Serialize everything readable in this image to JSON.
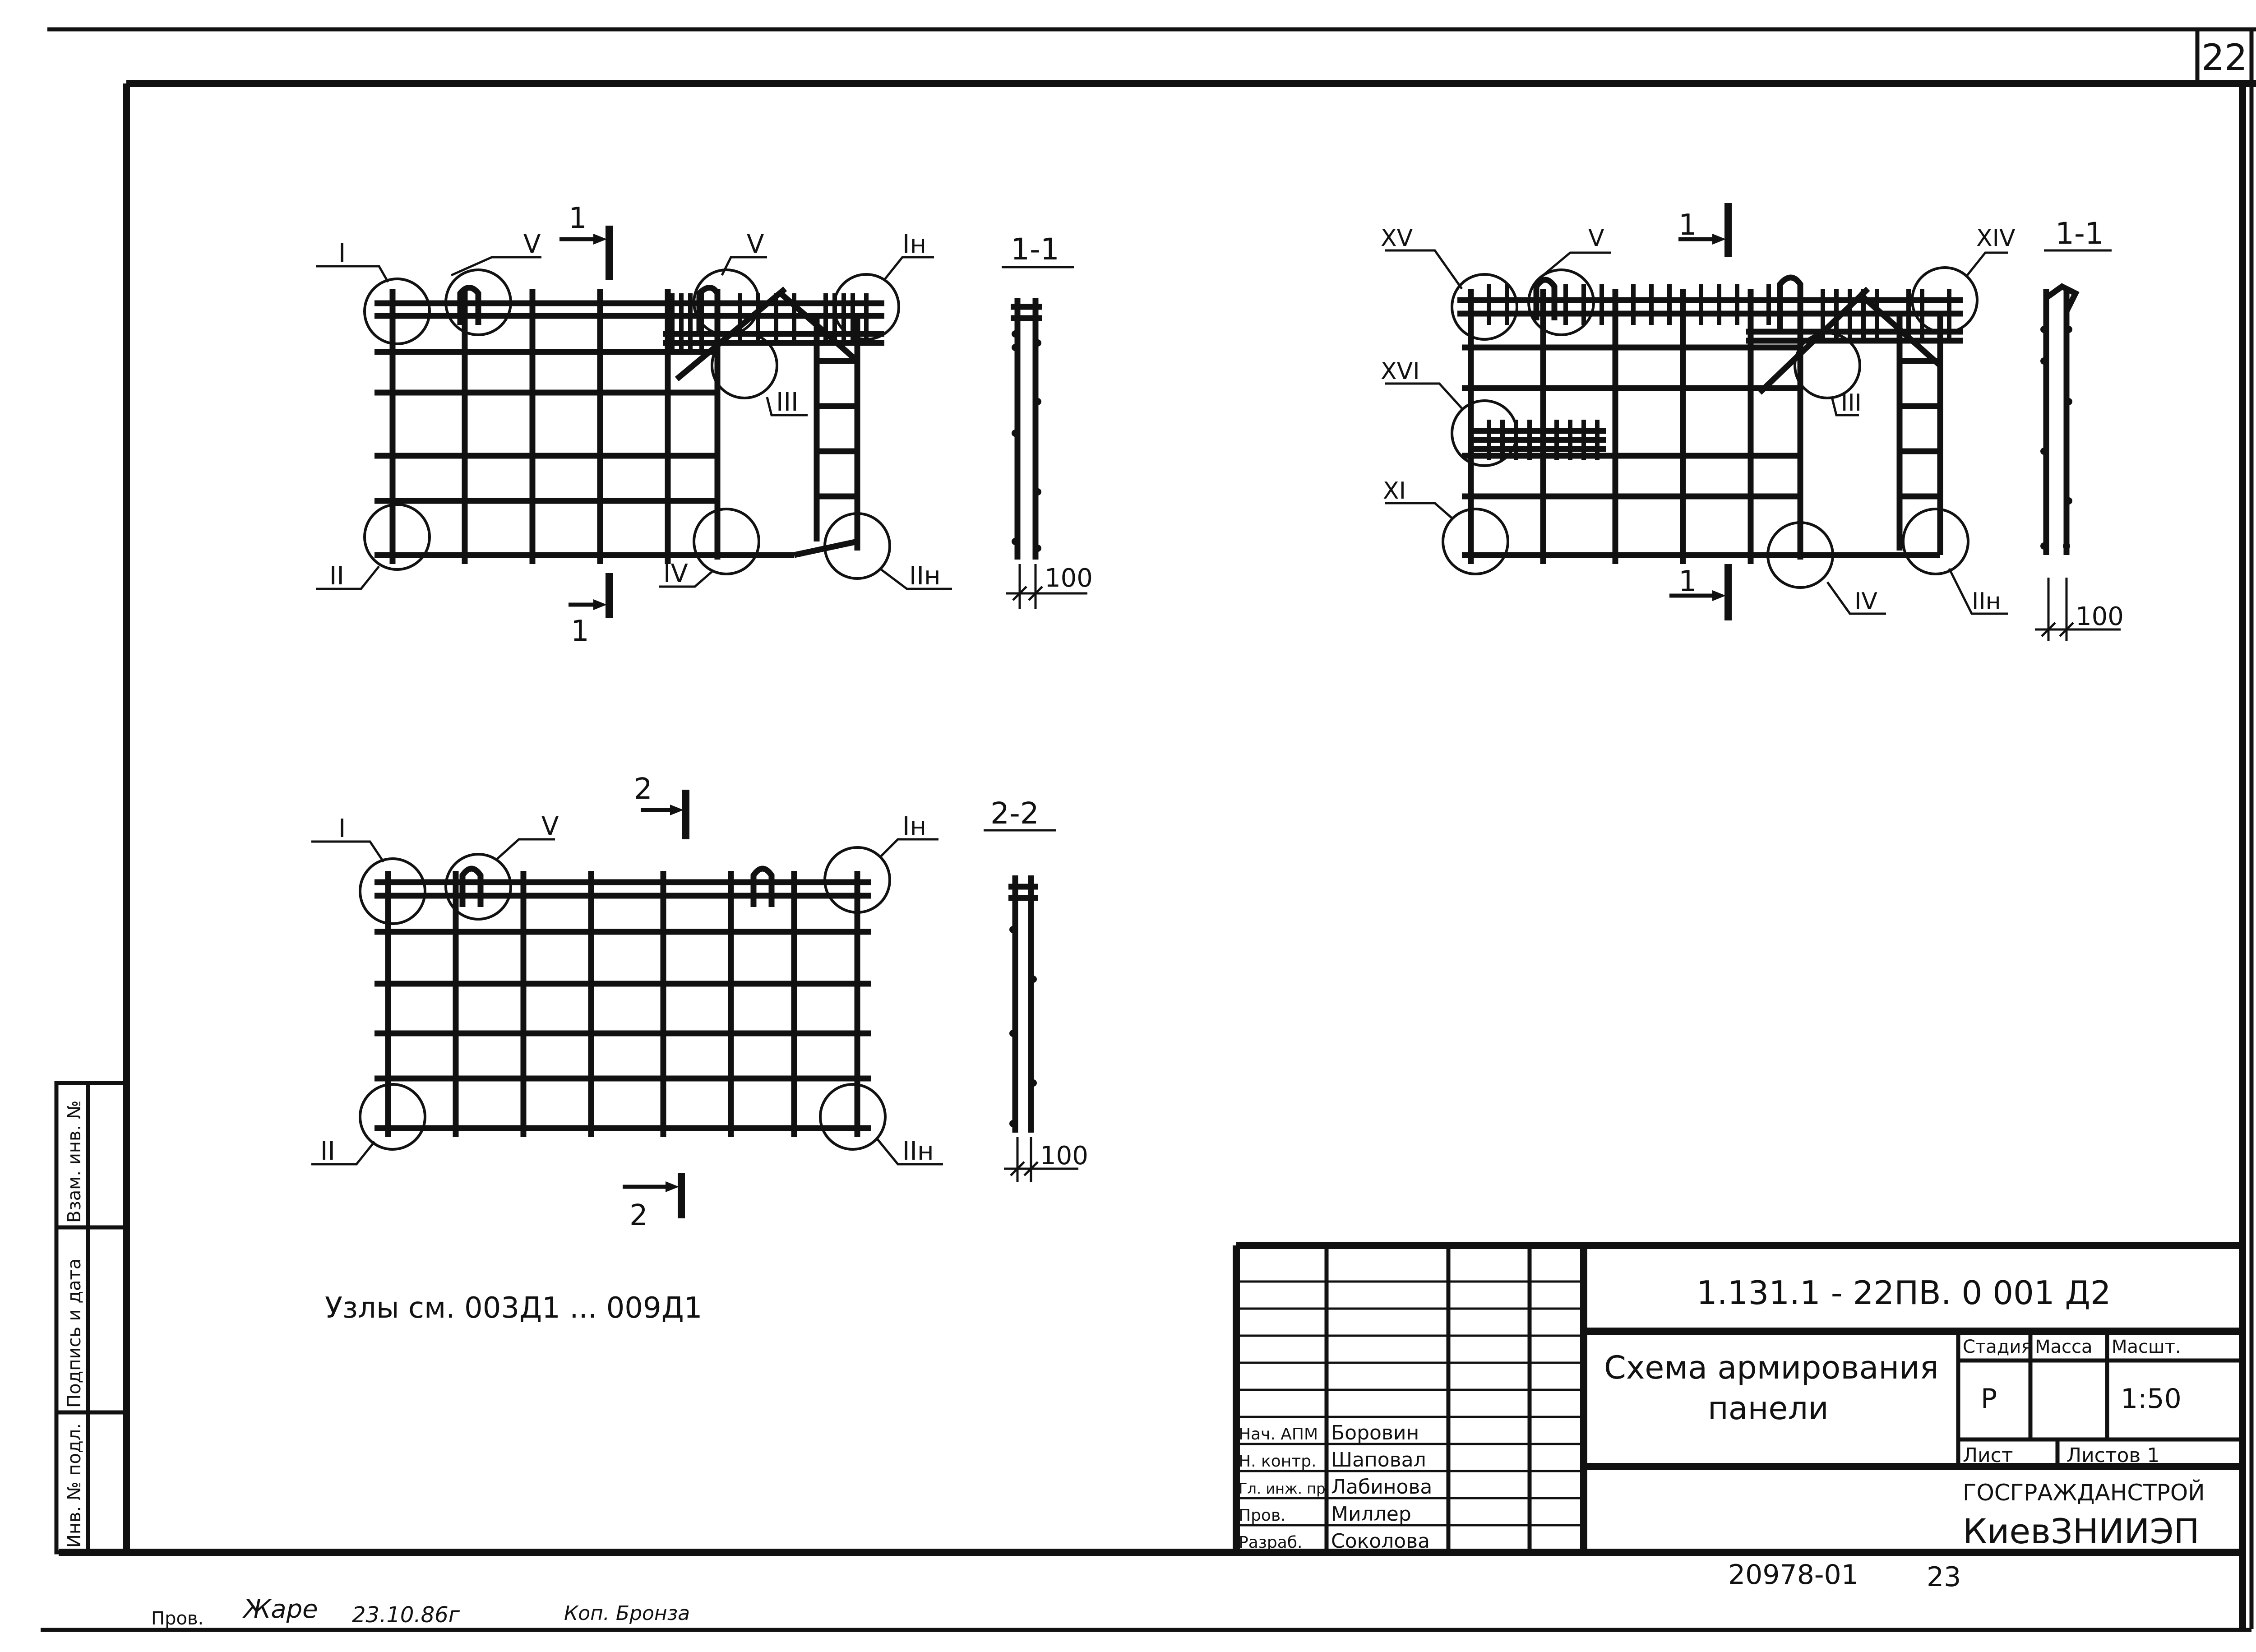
{
  "sheet": {
    "number": "22",
    "sheet_footer_number": "23",
    "archive_code": "20978-01"
  },
  "side_stamp": {
    "inv_podl": "Инв. № подл.",
    "podpis_data": "Подпись и дата",
    "vzam_inv": "Взам. инв. №"
  },
  "drawing1": {
    "section_marks": [
      "1",
      "1"
    ],
    "callouts": [
      "I",
      "V",
      "V",
      "Iн",
      "III",
      "II",
      "IV",
      "IIн"
    ],
    "section_title": "1-1",
    "dimension": "100"
  },
  "drawing2": {
    "section_marks": [
      "1",
      "1"
    ],
    "callouts": [
      "XV",
      "V",
      "XIV",
      "XVI",
      "XI",
      "III",
      "IV",
      "IIн"
    ],
    "section_title": "1-1",
    "dimension": "100"
  },
  "drawing3": {
    "section_marks": [
      "2",
      "2"
    ],
    "callouts": [
      "I",
      "V",
      "Iн",
      "II",
      "IIн"
    ],
    "section_title": "2-2",
    "dimension": "100"
  },
  "note": "Узлы см.  003Д1  ...  009Д1",
  "title_block": {
    "designation": "1.131.1 - 22ПВ. 0  001  Д2",
    "title_line1": "Схема армирования",
    "title_line2": "панели",
    "col_stage": "Стадия",
    "col_mass": "Масса",
    "col_scale": "Масшт.",
    "stage": "Р",
    "scale": "1:50",
    "sheet_label": "Лист",
    "sheets_label": "Листов 1",
    "org1": "ГОСГРАЖДАНСТРОЙ",
    "org2": "КиевЗНИИЭП",
    "people": [
      {
        "role": "Нач. АПМ",
        "name": "Боровин"
      },
      {
        "role": "Н. контр.",
        "name": "Шаповал"
      },
      {
        "role": "Гл. инж. пр.",
        "name": "Лабинова"
      },
      {
        "role": "Пров.",
        "name": "Миллер"
      },
      {
        "role": "Разраб.",
        "name": "Соколова"
      }
    ]
  },
  "bottom_note": {
    "prov": "Пров.",
    "signature": "Жаре",
    "date": "23.10.86г",
    "kop": "Коп. Бронза"
  }
}
